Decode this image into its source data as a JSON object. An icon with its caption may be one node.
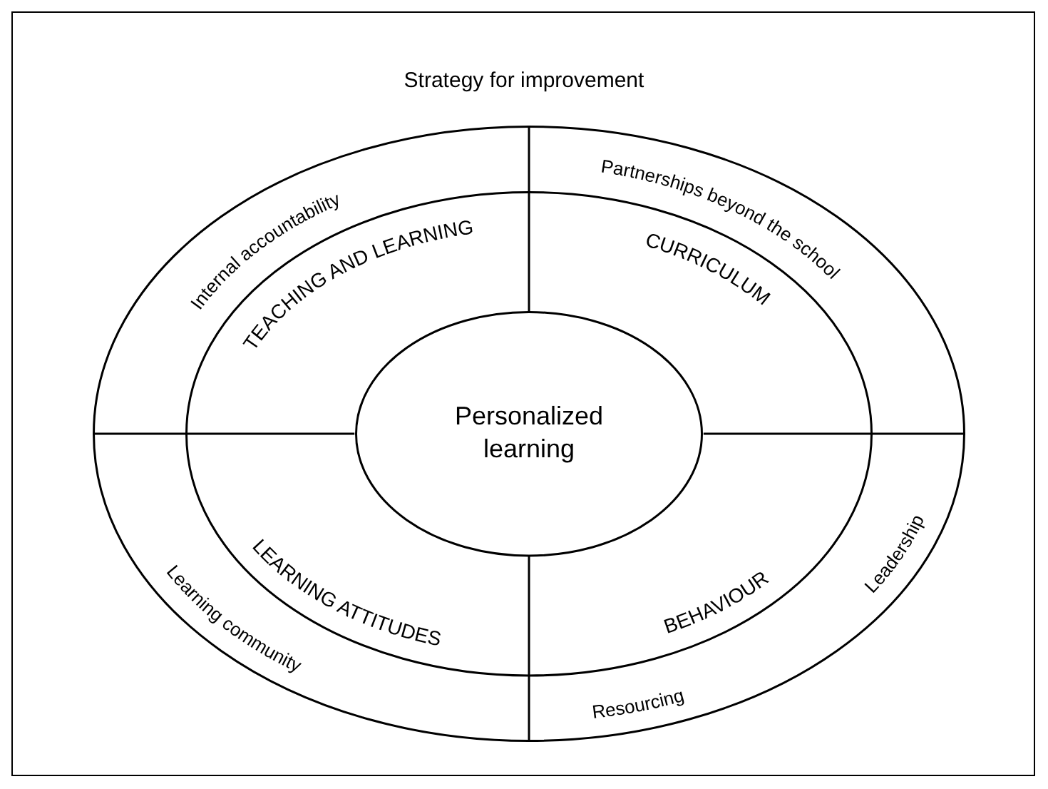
{
  "diagram": {
    "title": "Strategy for improvement",
    "nodes": [
      {
        "text": [
          "Internal accountability",
          "Partnerships beyond the school",
          "Leadership",
          "Resourcing",
          "Learning community"
        ]
      },
      {
        "text": [
          "TEACHING AND LEARNING",
          "CURRICULUM",
          "BEHAVIOUR",
          "LEARNING ATTITUDES"
        ],
        "in": 0
      },
      {
        "text": [
          "Personalized learning"
        ],
        "in": 1
      }
    ],
    "edges": []
  }
}
